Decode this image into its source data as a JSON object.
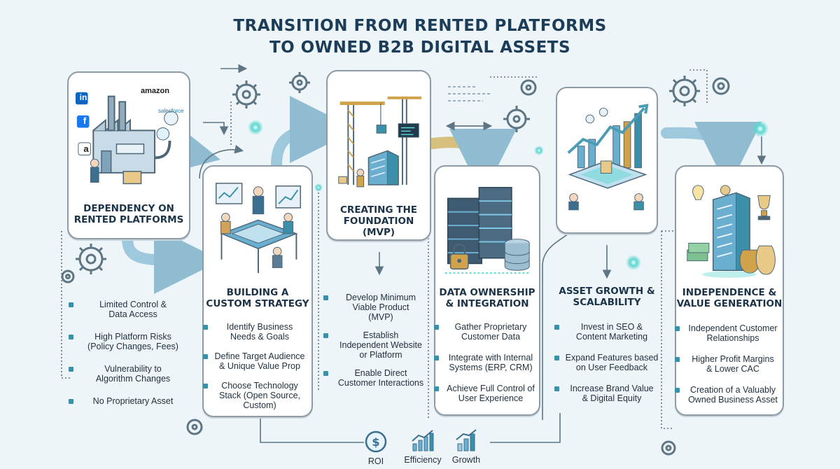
{
  "title": {
    "line1": "TRANSITION FROM RENTED  PLATFORMS",
    "line2": "TO OWNED B2B DIGITAL ASSETS"
  },
  "colors": {
    "accent": "#3c8fa8",
    "arrow_blue": "#9ec8dc",
    "arrow_gold": "#d7bf7e",
    "glow": "#5fd6d0",
    "title": "#1c3d59"
  },
  "stages": [
    {
      "title_line1": "DEPENDENCY ON",
      "title_line2": "RENTED PLATFORMS",
      "icon": "factory-icon",
      "logo_labels": [
        "in",
        "f",
        "a",
        "amazon",
        "salesforce"
      ],
      "points": [
        [
          "Limited Control &",
          "Data Access"
        ],
        [
          "High Platform Risks",
          "(Policy Changes, Fees)"
        ],
        [
          "Vulnerability to",
          "Algorithm Changes"
        ],
        [
          "No Proprietary Asset"
        ]
      ]
    },
    {
      "title_line1": "BUILDING A",
      "title_line2": "CUSTOM STRATEGY",
      "icon": "team-meeting-icon",
      "points": [
        [
          "Identify Business",
          "Needs & Goals"
        ],
        [
          "Define Target Audience",
          "& Unique Value Prop"
        ],
        [
          "Choose Technology",
          "Stack (Open Source,",
          "Custom)"
        ]
      ]
    },
    {
      "title_line1": "CREATING THE",
      "title_line2": "FOUNDATION (MVP)",
      "icon": "construction-crane-icon",
      "points": [
        [
          "Develop Minimum",
          "Viable Product",
          "(MVP)"
        ],
        [
          "Establish",
          "Independent Website",
          "or Platform"
        ],
        [
          "Enable Direct",
          "Customer Interactions"
        ]
      ]
    },
    {
      "title_line1": "DATA OWNERSHIP",
      "title_line2": "& INTEGRATION",
      "icon": "server-database-icon",
      "points": [
        [
          "Gather Proprietary",
          "Customer Data"
        ],
        [
          "Integrate with Internal",
          "Systems (ERP, CRM)"
        ],
        [
          "Achieve Full Control of",
          "User Experience"
        ]
      ]
    },
    {
      "title_line1": "ASSET GROWTH &",
      "title_line2": "SCALABILITY",
      "icon": "growth-chart-icon",
      "points": [
        [
          "Invest in SEO &",
          "Content Marketing"
        ],
        [
          "Expand Features based",
          "on User Feedback"
        ],
        [
          "Increase Brand Value",
          "& Digital Equity"
        ]
      ]
    },
    {
      "title_line1": "INDEPENDENCE &",
      "title_line2": "VALUE GENERATION",
      "icon": "owned-building-icon",
      "points": [
        [
          "Independent Customer",
          "Relationships"
        ],
        [
          "Higher Profit Margins",
          "& Lower CAC"
        ],
        [
          "Creation of a Valuably",
          "Owned Business Asset"
        ]
      ]
    }
  ],
  "metrics": [
    {
      "label": "ROI",
      "icon": "roi-coin-icon"
    },
    {
      "label": "Efficiency",
      "icon": "efficiency-chart-icon"
    },
    {
      "label": "Growth",
      "icon": "growth-bars-icon"
    }
  ]
}
